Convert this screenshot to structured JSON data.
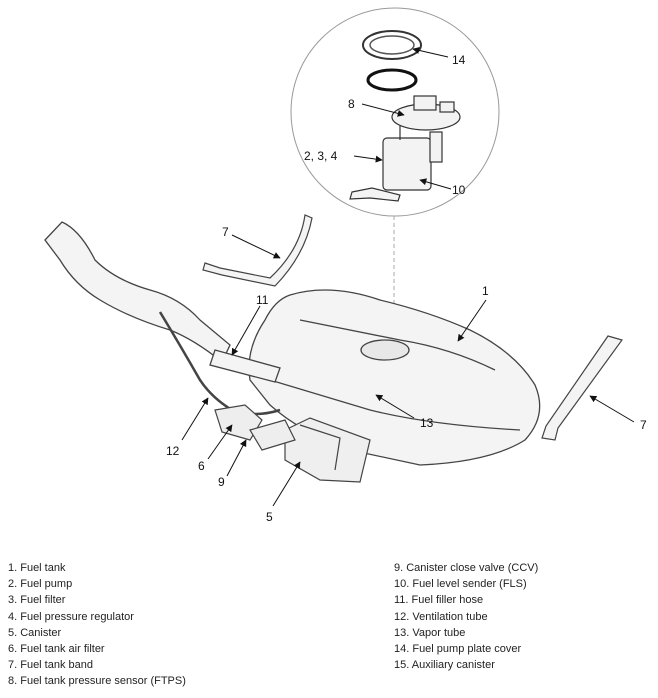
{
  "callouts": {
    "c1": "1",
    "c234": "2, 3, 4",
    "c5": "5",
    "c6": "6",
    "c7a": "7",
    "c7b": "7",
    "c8": "8",
    "c9": "9",
    "c10": "10",
    "c11": "11",
    "c12": "12",
    "c13": "13",
    "c14": "14"
  },
  "legend": {
    "left": [
      "1. Fuel tank",
      "2. Fuel pump",
      "3. Fuel filter",
      "4. Fuel pressure regulator",
      "5. Canister",
      "6. Fuel tank air filter",
      "7. Fuel tank band",
      "8. Fuel tank pressure sensor (FTPS)"
    ],
    "right": [
      "9. Canister close valve (CCV)",
      "10. Fuel level sender (FLS)",
      "11. Fuel filler hose",
      "12. Ventilation tube",
      "13. Vapor tube",
      "14. Fuel pump plate cover",
      "15. Auxiliary canister"
    ]
  }
}
